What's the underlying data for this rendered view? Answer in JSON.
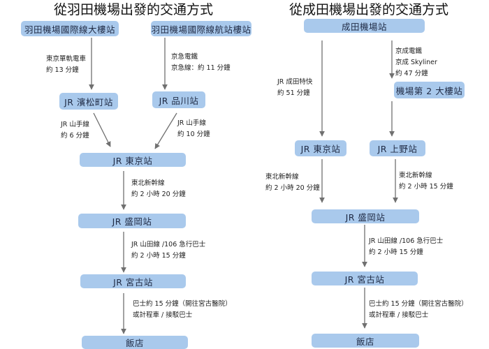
{
  "haneda": {
    "title": "從羽田機場出發的交通方式",
    "start_monorail": "羽田機場國際線大樓站",
    "start_keikyu": "羽田機場國際線航站樓站",
    "monorail_info": [
      "東京單軌電車",
      "約 13 分鐘"
    ],
    "keikyu_info": [
      "京急電鐵",
      "京急線：約 11 分鐘"
    ],
    "hamamatsucho": "JR 濱松町站",
    "shinagawa": "JR 品川站",
    "yamanote_a": [
      "JR 山手線",
      "約 6 分鐘"
    ],
    "yamanote_b": [
      "JR 山手線",
      "約 10 分鐘"
    ],
    "tokyo": "JR 東京站",
    "shinkansen": [
      "東北新幹線",
      "約 2 小時 20 分鐘"
    ],
    "morioka": "JR  盛岡站",
    "yamada": [
      "JR 山田線 /106 急行巴士",
      "約 2 小時 15 分鐘"
    ],
    "miyako": "JR 宮古站",
    "bus": [
      "巴士約 15 分鐘（開往宮古醫院）",
      "或計程車 / 接駁巴士"
    ],
    "hotel": "飯店"
  },
  "narita": {
    "title": "從成田機場出發的交通方式",
    "start": "成田機場站",
    "narita_express": [
      "JR 成田特快",
      "約 51 分鐘"
    ],
    "keisei_info": [
      "京成電鐵",
      "京成 Skyliner",
      "約 47 分鐘"
    ],
    "terminal2": "機場第 2 大樓站",
    "tokyo": "JR 東京站",
    "ueno": "JR 上野站",
    "shinkansen_a": [
      "東北新幹線",
      "約 2 小時 20 分鐘"
    ],
    "shinkansen_b": [
      "東北新幹線",
      "約 2 小時 15 分鐘"
    ],
    "morioka": "JR 盛岡站",
    "yamada": [
      "JR 山田線 /106 急行巴士",
      "約 2 小時 15 分鐘"
    ],
    "miyako": "JR 宮古站",
    "bus": [
      "巴士約 15 分鐘（開往宮古醫院）",
      "或計程車 / 接駁巴士"
    ],
    "hotel": "飯店"
  },
  "colors": {
    "box": "#a9c9ec",
    "arrow": "#707070"
  }
}
